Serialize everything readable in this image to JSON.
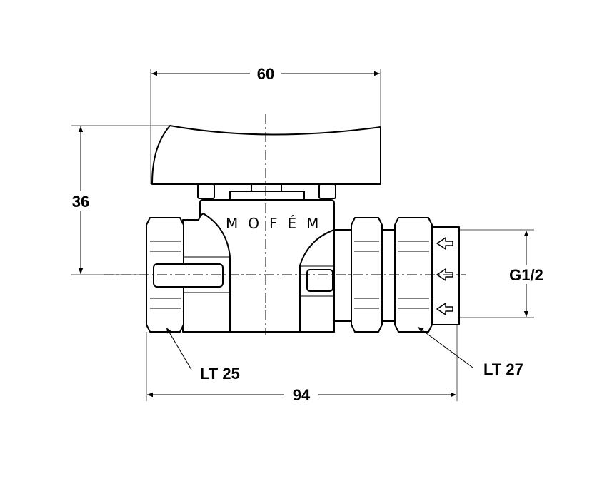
{
  "dimensions": {
    "handle_width": "60",
    "height_to_axis": "36",
    "overall_length": "94",
    "thread": "G1/2",
    "left_wrench": "LT 25",
    "right_wrench": "LT 27"
  },
  "brand": "MOFÉM",
  "flow_direction_icon": "arrow-left-icon"
}
